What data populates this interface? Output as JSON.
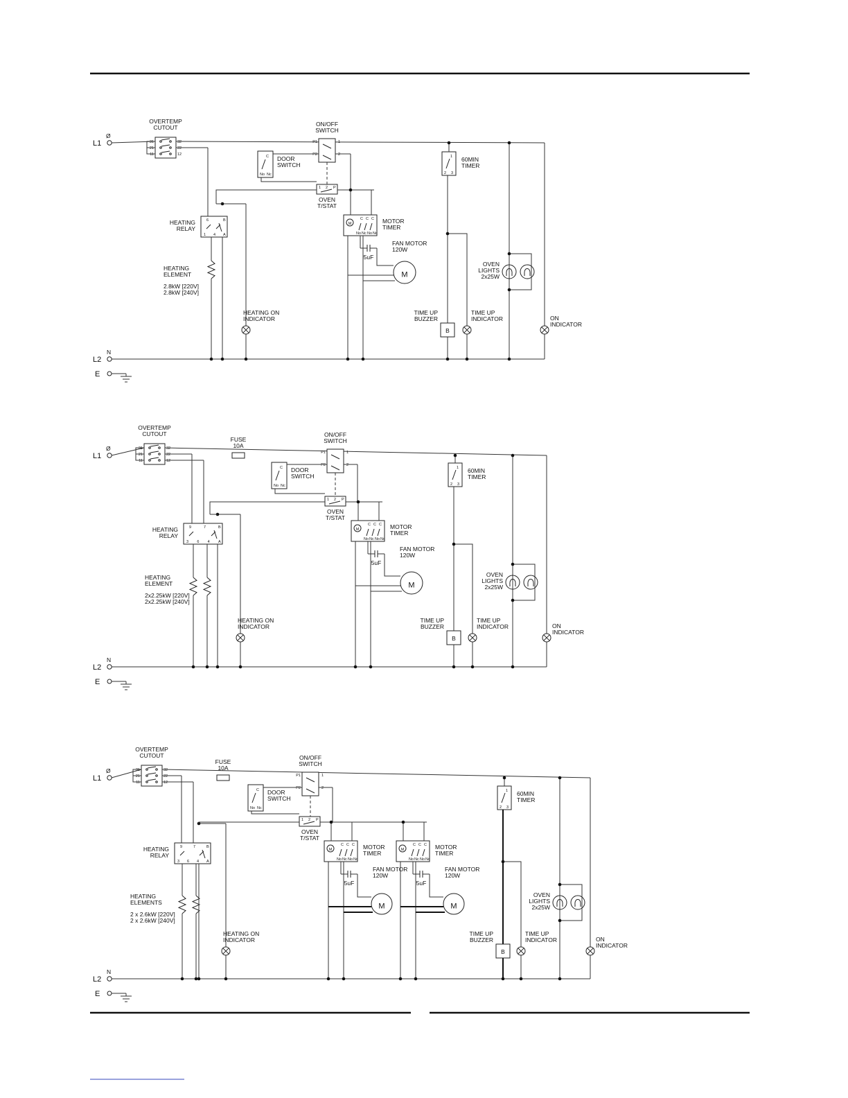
{
  "page": {
    "rule_color": "#111111",
    "link_color": "#3344bb"
  },
  "rails": {
    "l1": "L1",
    "l2": "L2",
    "e": "E",
    "phase": "Ø",
    "neutral": "N"
  },
  "labels": {
    "overtemp": "OVERTEMP\nCUTOUT",
    "onoff": "ON/OFF\nSWITCH",
    "door": "DOOR\nSWITCH",
    "thermostat": "OVEN\nT/STAT",
    "motor_timer": "MOTOR\nTIMER",
    "fan_motor": "FAN MOTOR\n120W",
    "capacitor": "5uF",
    "motor": "M",
    "relay": "HEATING\nRELAY",
    "heating_on": "HEATING ON\nINDICATOR",
    "timer60": "60MIN\nTIMER",
    "oven_lights": "OVEN\nLIGHTS\n2x25W",
    "buzzer": "TIME UP\nBUZZER",
    "buzzer_mark": "B",
    "timeup_ind": "TIME UP\nINDICATOR",
    "on_ind": "ON\nINDICATOR",
    "fuse": "FUSE\n10A"
  },
  "pins": {
    "cutout_left": [
      "31",
      "21",
      "11"
    ],
    "cutout_right": [
      "32",
      "22",
      "12"
    ],
    "switch_left": [
      "P1",
      "P2"
    ],
    "switch_right": [
      "1",
      "2"
    ],
    "door": [
      "C",
      "No",
      "Nc"
    ],
    "tstat": [
      "1",
      "2",
      "P"
    ],
    "timer_top": [
      "C",
      "C",
      "C"
    ],
    "timer_bottom": [
      "No",
      "Nc",
      "No",
      "Nc"
    ],
    "timer60": [
      "1",
      "2",
      "3"
    ],
    "relay1_top": [
      "6",
      "B"
    ],
    "relay1_bottom": [
      "1",
      "4",
      "A"
    ],
    "relay2_top": [
      "9",
      "7",
      "B"
    ],
    "relay2_bottom": [
      "3",
      "6",
      "4",
      "A"
    ]
  },
  "diagrams": [
    {
      "element_label": "HEATING\nELEMENT",
      "element_rating": "2.8kW [220V]\n2.8kW [240V]"
    },
    {
      "element_label": "HEATING\nELEMENT",
      "element_rating": "2x2.25kW [220V]\n2x2.25kW [240V]"
    },
    {
      "element_label": "HEATING\nELEMENTS",
      "element_rating": "2 x 2.6kW [220V]\n2 x 2.6kW [240V]"
    }
  ]
}
